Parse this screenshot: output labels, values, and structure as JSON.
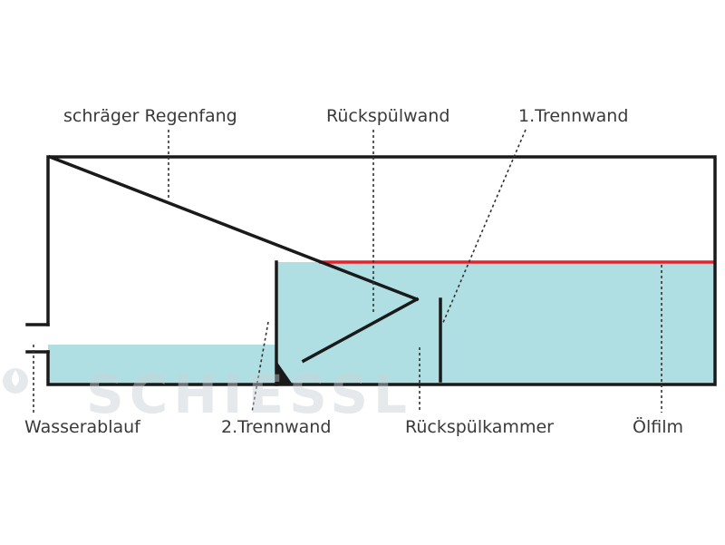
{
  "labels": {
    "schraeger_regenfang": "schräger Regenfang",
    "rueckspuelwand": "Rückspülwand",
    "trennwand_1": "1.Trennwand",
    "wasserablauf": "Wasserablauf",
    "trennwand_2": "2.Trennwand",
    "rueckspuelkammer": "Rückspülkammer",
    "oelfilm": "Ölfilm"
  },
  "watermark": "SCHIESSL",
  "colors": {
    "water": "#b0dfe3",
    "oil_film": "#e8222a",
    "walls": "#1a1a1a",
    "leader_lines": "#333333",
    "text": "#3a3a3a",
    "watermark": "#c9d0d4"
  }
}
